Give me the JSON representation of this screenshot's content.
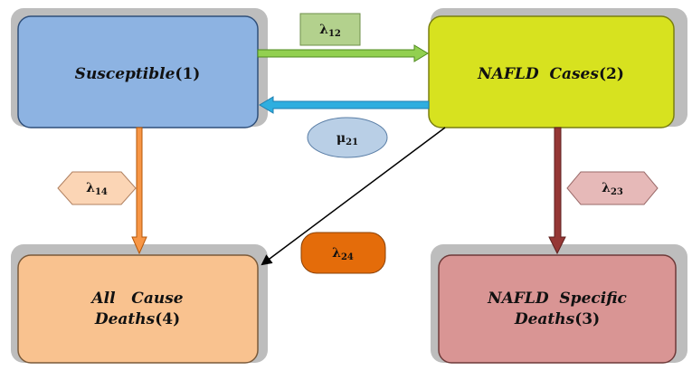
{
  "diagram": {
    "nodes": {
      "susceptible": {
        "name": "Susceptible",
        "index": "(1)"
      },
      "nafld_cases": {
        "name": "NAFLD  Cases",
        "index": "(2)"
      },
      "all_cause": {
        "line1": "All   Cause",
        "line2_name": "Deaths",
        "index": "(4)"
      },
      "nafld_specific": {
        "line1": "NAFLD  Specific",
        "line2_name": "Deaths",
        "index": "(3)"
      }
    },
    "rates": {
      "lambda12": {
        "symbol": "λ",
        "sub": "12"
      },
      "mu21": {
        "symbol": "μ",
        "sub": "21"
      },
      "lambda14": {
        "symbol": "λ",
        "sub": "14"
      },
      "lambda24": {
        "symbol": "λ",
        "sub": "24"
      },
      "lambda23": {
        "symbol": "λ",
        "sub": "23"
      }
    },
    "colors": {
      "susceptible": "#8db3e2",
      "nafld_cases": "#d7e21f",
      "all_cause": "#f9c28f",
      "nafld_specific": "#d99594",
      "shadow": "#bdbdbd",
      "green_arrow": "#92d050",
      "blue_arrow": "#2eaedf",
      "orange_arrow": "#f79646",
      "red_arrow": "#953735",
      "lambda12_box": "#b3d18d",
      "mu21_ellipse": "#b9cfe6",
      "lambda14_hex": "#fbd5b5",
      "lambda24_box": "#e46c0a",
      "lambda23_hex": "#e6b9b8"
    }
  }
}
